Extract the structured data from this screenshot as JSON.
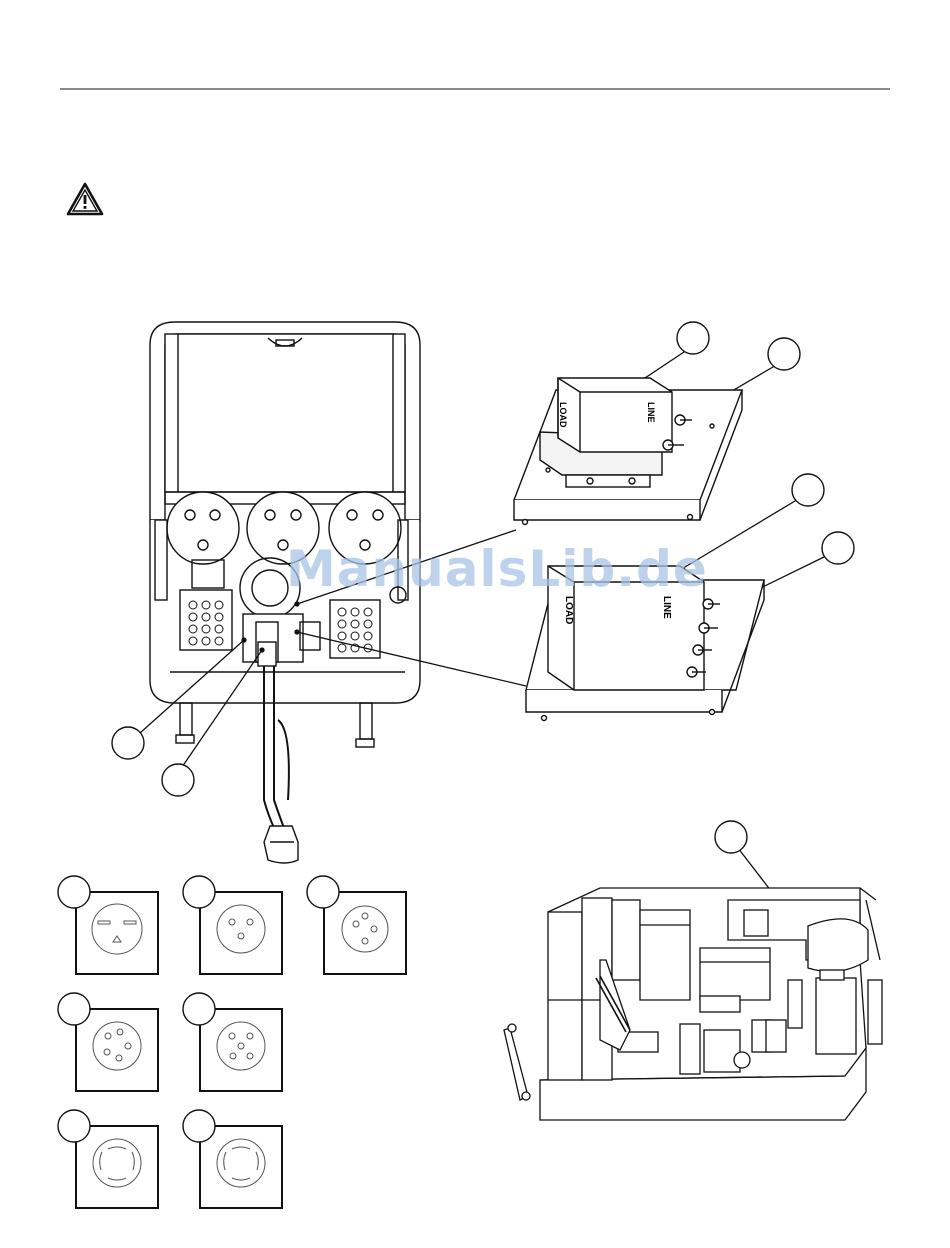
{
  "watermark": "ManualsLib.de",
  "box_labels": {
    "load": "LOAD",
    "line": "LINE"
  },
  "icons": {
    "warning": "warning-triangle-icon"
  },
  "colors": {
    "line": "#111111",
    "rule": "#8a8a8a",
    "watermark": "#a9c4e6",
    "panel_fill": "#f4f4f4"
  }
}
